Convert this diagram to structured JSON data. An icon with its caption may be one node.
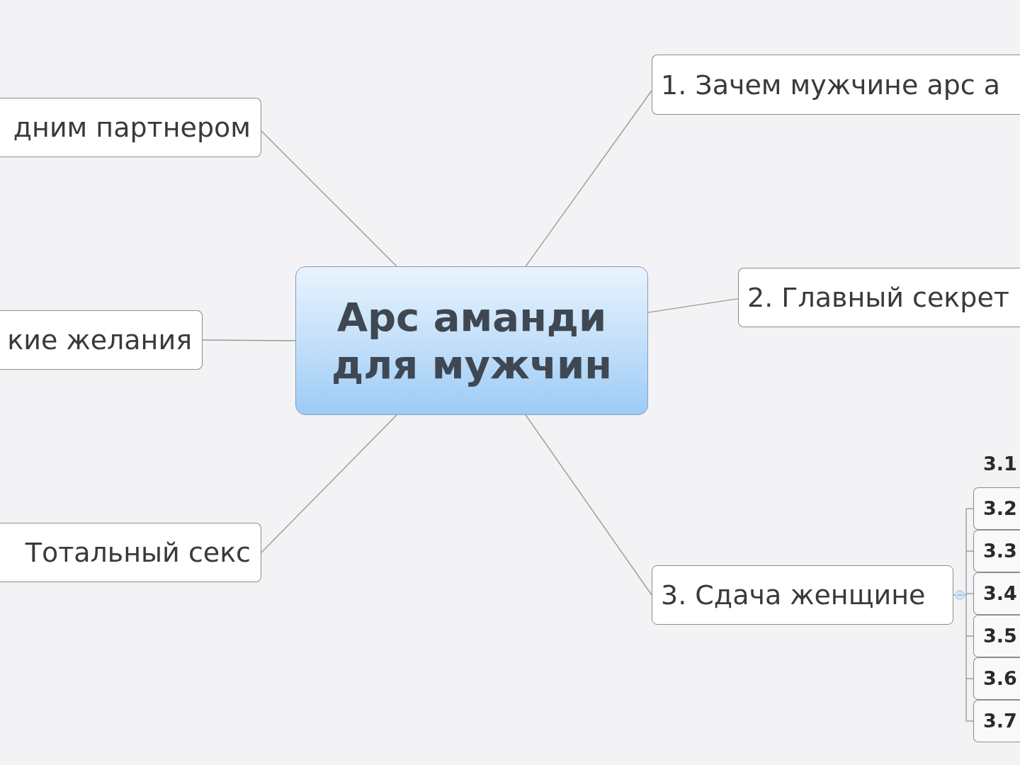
{
  "diagram": {
    "nodes": [
      {
        "text": [
          "Арс аманди для мужчин"
        ]
      },
      {
        "text": [
          "1. Зачем мужчине арс а"
        ]
      },
      {
        "text": [
          "2. Главный секрет"
        ]
      },
      {
        "text": [
          "3. Сдача женщине"
        ]
      },
      {
        "text": [
          "3.2"
        ]
      },
      {
        "text": [
          "3.3"
        ]
      },
      {
        "text": [
          "3.4"
        ]
      },
      {
        "text": [
          "3.5"
        ]
      },
      {
        "text": [
          "3.6"
        ]
      },
      {
        "text": [
          "3.7"
        ]
      },
      {
        "text": [
          "Тотальный секс"
        ]
      },
      {
        "text": [
          "кие желания"
        ]
      },
      {
        "text": [
          "дним партнером"
        ]
      }
    ],
    "edges": [
      {
        "from": 0,
        "to": 1,
        "arrow": "none"
      },
      {
        "from": 0,
        "to": 2,
        "arrow": "none"
      },
      {
        "from": 0,
        "to": 3,
        "arrow": "none"
      },
      {
        "from": 3,
        "to": 4,
        "arrow": "none"
      },
      {
        "from": 3,
        "to": 5,
        "arrow": "none"
      },
      {
        "from": 3,
        "to": 6,
        "arrow": "none"
      },
      {
        "from": 3,
        "to": 7,
        "arrow": "none"
      },
      {
        "from": 3,
        "to": 8,
        "arrow": "none"
      },
      {
        "from": 3,
        "to": 9,
        "arrow": "none"
      },
      {
        "from": 0,
        "to": 10,
        "arrow": "none"
      },
      {
        "from": 0,
        "to": 11,
        "arrow": "none"
      },
      {
        "from": 0,
        "to": 12,
        "arrow": "none"
      }
    ],
    "labels": [
      "3.1"
    ]
  }
}
